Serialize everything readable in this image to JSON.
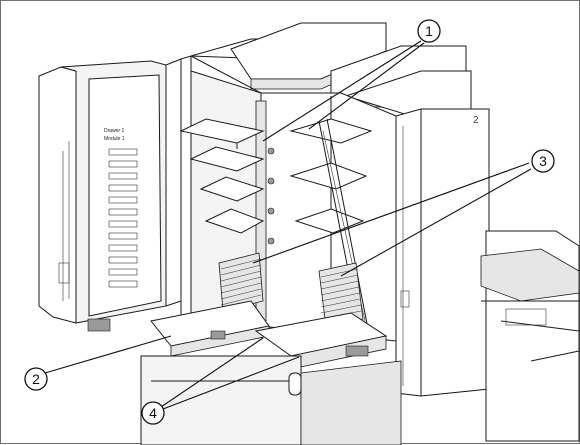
{
  "figure": {
    "callouts": [
      {
        "id": "1",
        "label": "1"
      },
      {
        "id": "2",
        "label": "2"
      },
      {
        "id": "3",
        "label": "3"
      },
      {
        "id": "4",
        "label": "4"
      }
    ],
    "door_label_line1": "Drawer 1",
    "door_label_line2": "Module 1",
    "cabinet_number": "2"
  }
}
